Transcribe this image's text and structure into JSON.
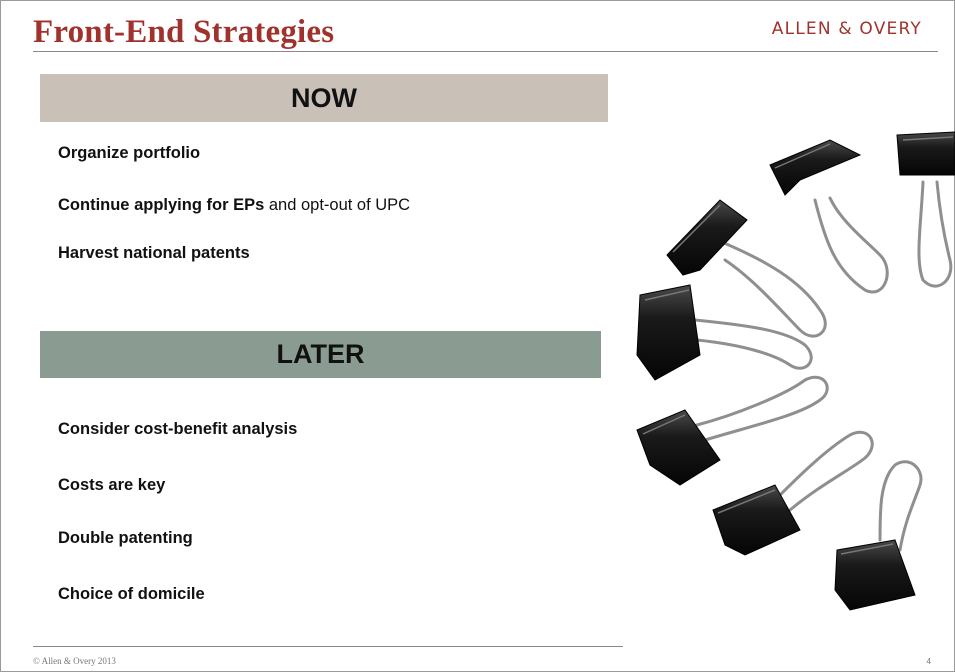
{
  "header": {
    "title": "Front-End Strategies",
    "brand": "ALLEN & OVERY"
  },
  "now": {
    "heading": "NOW",
    "items": [
      {
        "bold": "Organize portfolio",
        "rest": ""
      },
      {
        "bold": "Continue applying for EPs",
        "rest": " and opt-out of UPC"
      },
      {
        "bold": "Harvest national patents",
        "rest": ""
      }
    ]
  },
  "later": {
    "heading": "LATER",
    "items": [
      {
        "bold": "Consider cost-benefit analysis",
        "rest": ""
      },
      {
        "bold": "Costs are key",
        "rest": ""
      },
      {
        "bold": "Double patenting",
        "rest": ""
      },
      {
        "bold": "Choice of domicile",
        "rest": ""
      }
    ]
  },
  "footer": {
    "copyright": "© Allen & Overy 2013",
    "page_number": "4"
  },
  "colors": {
    "title": "#a0322d",
    "now_band": "#c9c0b8",
    "later_band": "#8a9c92"
  },
  "image": {
    "icon": "binder-clips-photo"
  }
}
